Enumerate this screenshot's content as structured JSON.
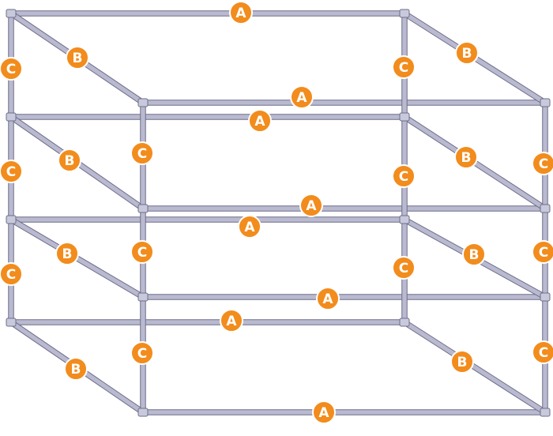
{
  "diagram": {
    "badges": {
      "a": "A",
      "b": "B",
      "c": "C"
    },
    "colors": {
      "pipe": "#b9b9cf",
      "pipe_outline": "#6e6e8c",
      "badge": "#f28c1c",
      "badge_text": "#ffffff"
    }
  }
}
